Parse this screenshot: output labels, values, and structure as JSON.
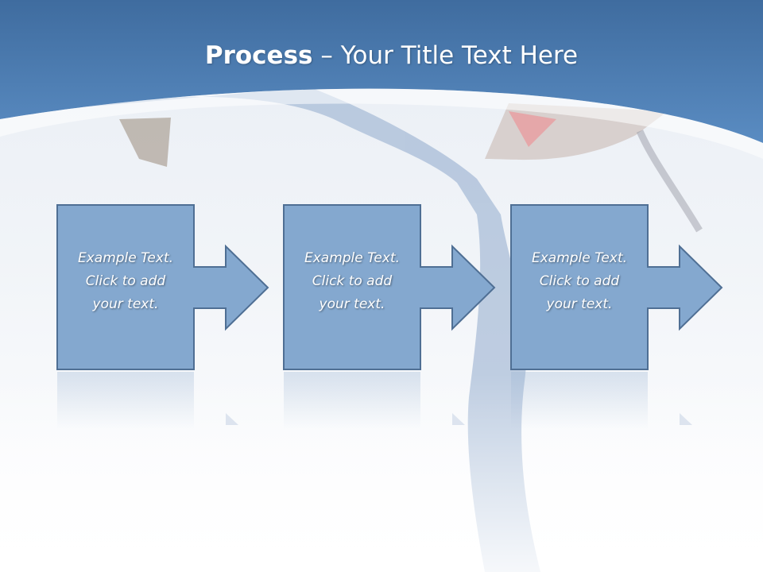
{
  "slide": {
    "title_bold": "Process",
    "title_rest": " – Your Title Text Here"
  },
  "colors": {
    "header": "#4a7bb0",
    "box_fill": "#84a8cf",
    "box_stroke": "#4f6f94",
    "text": "#ffffff"
  },
  "steps": [
    {
      "line1": "Example Text.",
      "line2": "Click  to add",
      "line3": "your text."
    },
    {
      "line1": "Example Text.",
      "line2": "Click  to add",
      "line3": "your text."
    },
    {
      "line1": "Example Text.",
      "line2": "Click  to add",
      "line3": "your text."
    }
  ]
}
